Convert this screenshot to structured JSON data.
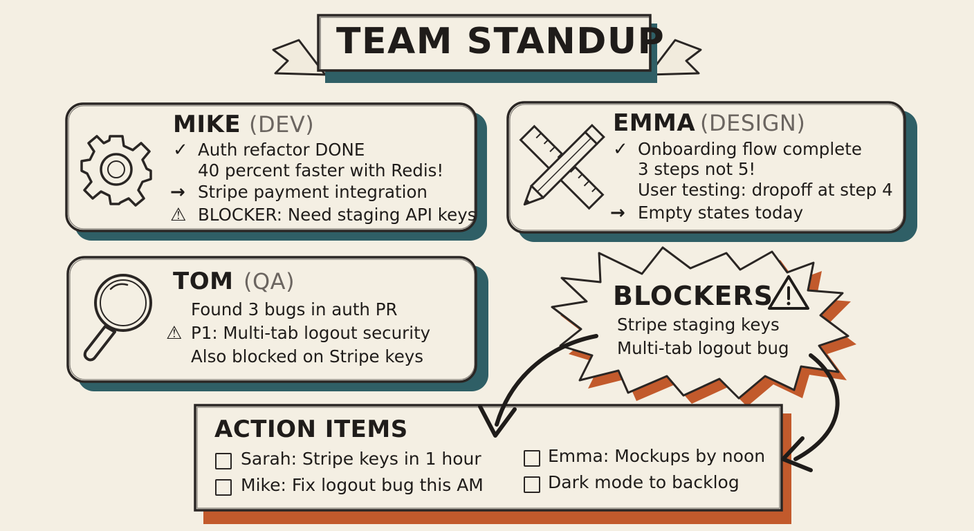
{
  "title": "TEAM STANDUP",
  "colors": {
    "background": "#f4efe3",
    "card_shadow": "#2f5f66",
    "blocker_accent": "#c25a2c",
    "ink": "#1f1c1a"
  },
  "cards": {
    "mike": {
      "name": "MIKE",
      "role": "(DEV)",
      "icon": "gear-icon",
      "lines": {
        "l1": {
          "mark": "✓",
          "text": "Auth refactor DONE"
        },
        "l2": {
          "text": "40 percent faster with Redis!"
        },
        "l3": {
          "mark": "→",
          "text": "Stripe payment integration"
        },
        "l4": {
          "mark": "⚠",
          "text": "BLOCKER: Need staging API keys"
        }
      }
    },
    "emma": {
      "name": "EMMA",
      "role": "(DESIGN)",
      "icon": "pencil-ruler-icon",
      "lines": {
        "l1": {
          "mark": "✓",
          "text": "Onboarding flow complete"
        },
        "l2": {
          "text": "3 steps not 5!"
        },
        "l3": {
          "text": "User testing: dropoff at step 4"
        },
        "l4": {
          "mark": "→",
          "text": "Empty states today"
        }
      }
    },
    "tom": {
      "name": "TOM",
      "role": "(QA)",
      "icon": "magnifying-glass-icon",
      "lines": {
        "l1": {
          "text": "Found 3 bugs in auth PR"
        },
        "l2": {
          "mark": "⚠",
          "text": "P1: Multi-tab logout security"
        },
        "l3": {
          "text": "Also blocked on Stripe keys"
        }
      }
    }
  },
  "blockers": {
    "title": "BLOCKERS",
    "icon": "warning-icon",
    "items": {
      "i1": "Stripe staging keys",
      "i2": "Multi-tab logout bug"
    }
  },
  "action_items": {
    "title": "ACTION ITEMS",
    "items": {
      "a1": "Sarah: Stripe keys in 1 hour",
      "a2": "Mike: Fix logout bug this AM",
      "a3": "Emma: Mockups by noon",
      "a4": "Dark mode to backlog"
    }
  }
}
